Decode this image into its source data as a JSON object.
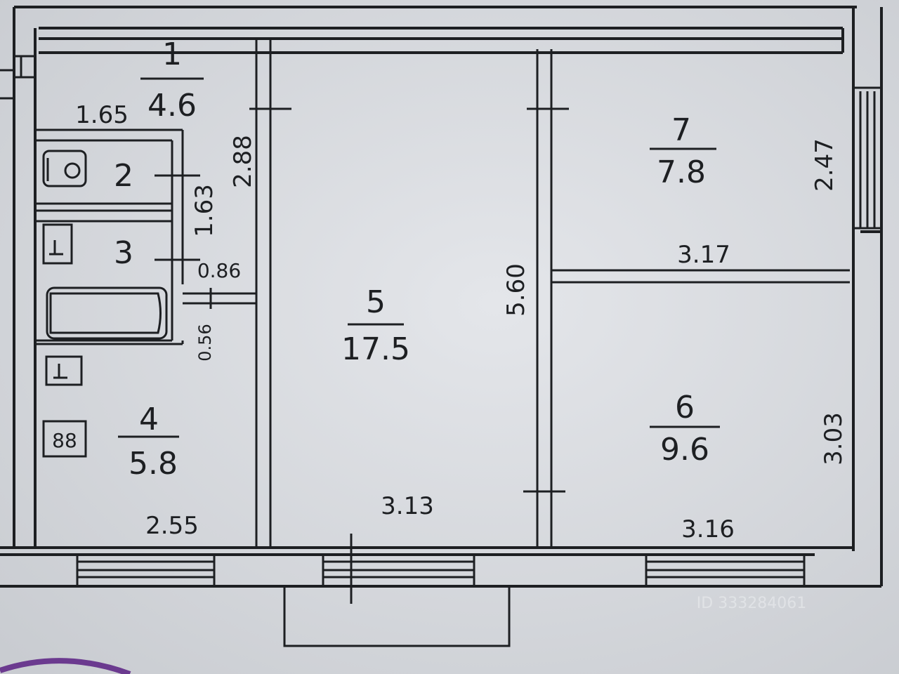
{
  "rooms": [
    {
      "number": "1",
      "area": "4.6"
    },
    {
      "number": "2"
    },
    {
      "number": "3"
    },
    {
      "number": "4",
      "area": "5.8"
    },
    {
      "number": "5",
      "area": "17.5"
    },
    {
      "number": "6",
      "area": "9.6"
    },
    {
      "number": "7",
      "area": "7.8"
    }
  ],
  "dimensions": {
    "corridor_width": "1.65",
    "corridor_length": "2.88",
    "bath_length": "1.63",
    "passage_width": "0.86",
    "passage_depth": "0.56",
    "kitchen_width": "2.55",
    "living_width": "3.13",
    "living_length": "5.60",
    "bedroom_width": "3.16",
    "bedroom_length": "3.03",
    "small_room_width": "3.17",
    "small_room_length": "2.47"
  },
  "stove_label": "88",
  "watermark": "ID 333284061"
}
